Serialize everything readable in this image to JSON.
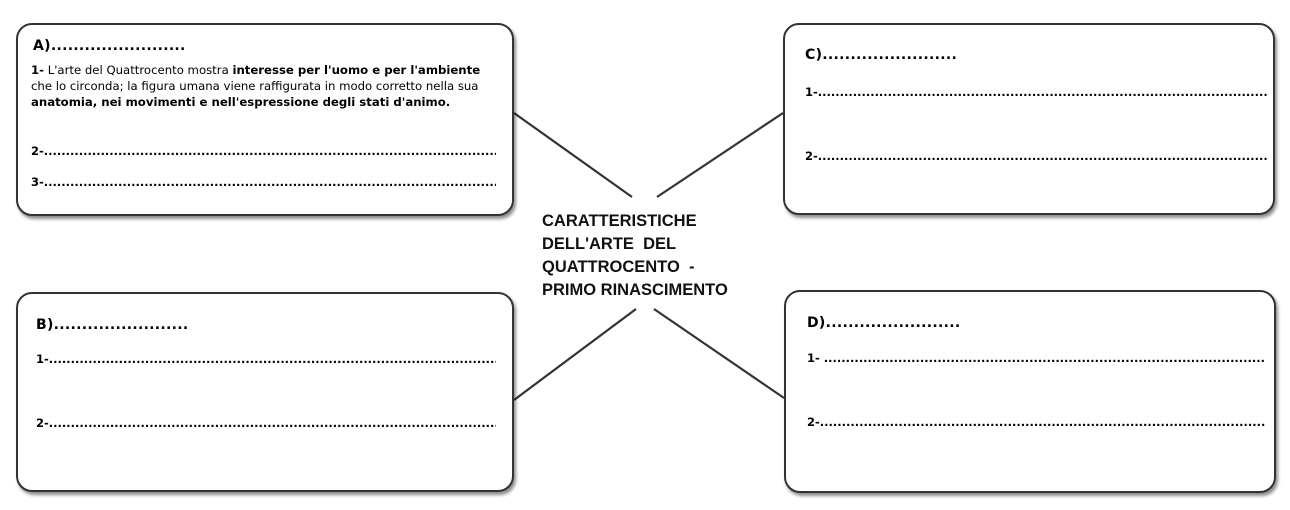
{
  "center": {
    "line1": "CARATTERISTICHE",
    "line2": "DELL'ARTE  DEL",
    "line3": "QUATTROCENTO  -",
    "line4": "PRIMO RINASCIMENTO"
  },
  "boxes": {
    "a": {
      "title": "A)........................",
      "item1": {
        "number": "1-",
        "t1": " L'arte del Quattrocento mostra ",
        "b1": "interesse per l'uomo e per l'ambiente",
        "t2": " che lo circonda; la figura umana viene raffigurata in modo corretto nella sua ",
        "b2": "anatomia, nei movimenti e nell'espressione degli stati d'animo."
      },
      "item2": "2-.............................................................................................................",
      "item3": "3-............................................................................................................."
    },
    "b": {
      "title": "B)........................",
      "item1": "1-............................................................................................................",
      "item2": "2-............................................................................................................"
    },
    "c": {
      "title": "C)........................",
      "item1": "1-.............................................................................................................",
      "item2": "2-............................................................................................................."
    },
    "d": {
      "title": "D)........................",
      "item1": "1- ...........................................................................................................",
      "item2": "2-............................................................................................................."
    }
  }
}
